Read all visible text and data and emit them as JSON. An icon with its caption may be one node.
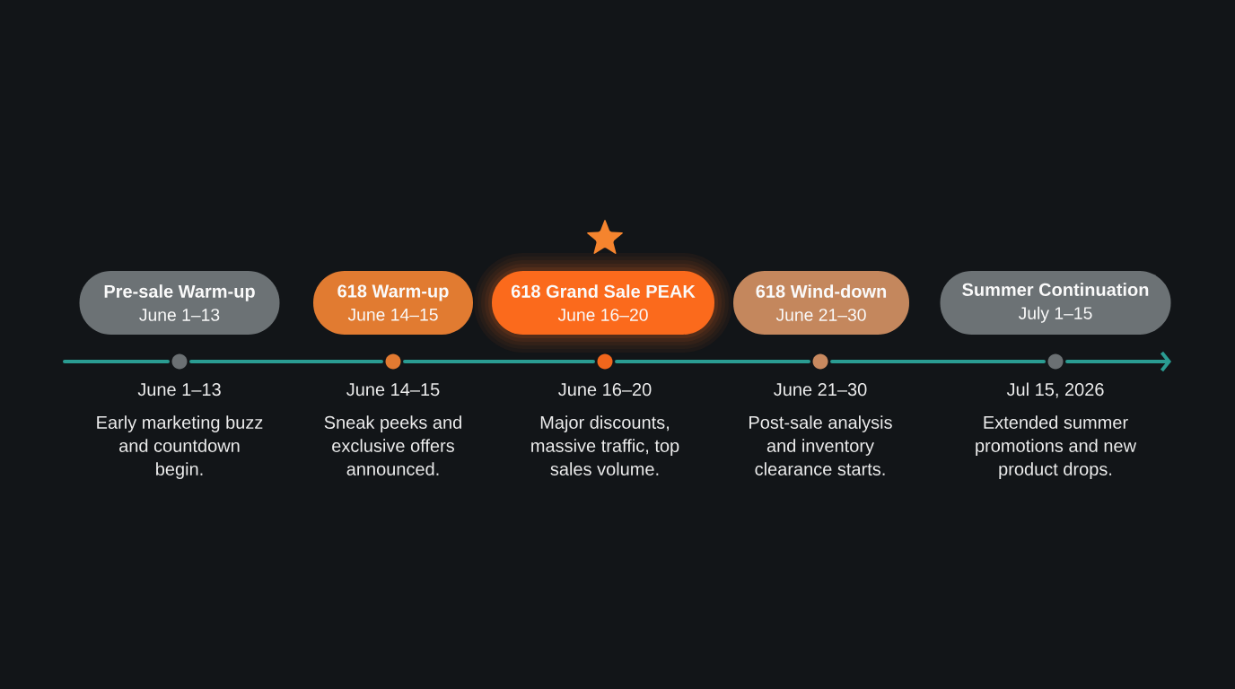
{
  "diagram": {
    "nodes": [
      {
        "text": [
          "Pre-sale Warm-up",
          "June 1–13"
        ]
      },
      {
        "text": [
          "618 Warm-up",
          "June 14–15"
        ]
      },
      {
        "text": [
          "618 Grand Sale PEAK",
          "June 16–20"
        ]
      },
      {
        "text": [
          "618 Wind-down",
          "June 21–30"
        ]
      },
      {
        "text": [
          "Summer Continuation",
          "July 1–15"
        ]
      },
      {
        "text": [],
        "shape": "circle",
        "beside": [
          "June 1–13",
          "Early marketing buzz and countdown begin."
        ]
      },
      {
        "text": [],
        "shape": "circle",
        "beside": [
          "June 14–15",
          "Sneak peeks and exclusive offers announced."
        ]
      },
      {
        "text": [],
        "shape": "circle",
        "beside": [
          "June 16–20",
          "Major discounts, massive traffic, top sales volume."
        ]
      },
      {
        "text": [],
        "shape": "circle",
        "beside": [
          "June 21–30",
          "Post-sale analysis and inventory clearance starts."
        ]
      },
      {
        "text": [],
        "shape": "circle",
        "beside": [
          "Jul 15, 2026",
          "Extended summer promotions and new product drops."
        ]
      }
    ],
    "edges": [
      {
        "from": null,
        "to": 5,
        "arrow": "none"
      },
      {
        "from": 5,
        "to": 6,
        "arrow": "none"
      },
      {
        "from": 6,
        "to": 7,
        "arrow": "none"
      },
      {
        "from": 7,
        "to": 8,
        "arrow": "none"
      },
      {
        "from": 8,
        "to": 9,
        "arrow": "none"
      },
      {
        "from": 9,
        "to": null,
        "arrow": "to"
      }
    ]
  }
}
